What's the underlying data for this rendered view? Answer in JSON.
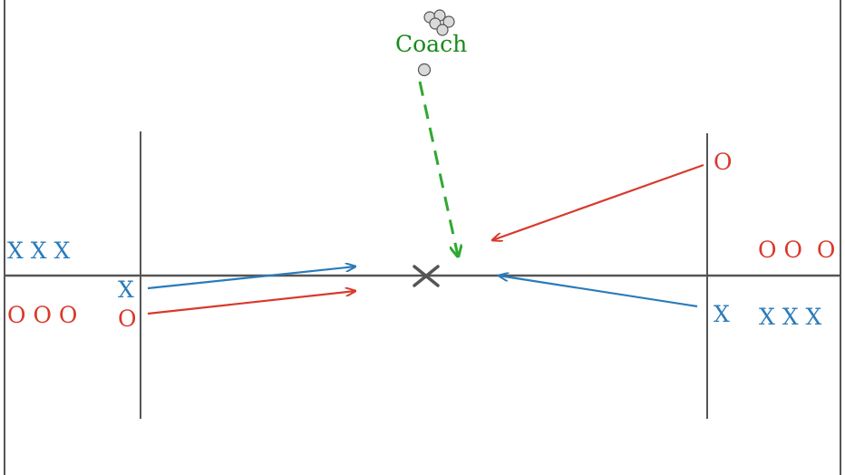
{
  "colors": {
    "blue": "#2b7bb9",
    "red": "#d8392b",
    "green": "#2fa82f",
    "line": "#555555",
    "ball_fill": "#d9d9d9"
  },
  "coach": {
    "label": "Coach"
  },
  "labels": {
    "left_x_group": "X X X",
    "left_o_group": "O O O",
    "left_x": "X",
    "left_o": "O",
    "right_o_top": "O",
    "right_o_group": "O O  O",
    "right_x": "X",
    "right_x_group": "X X X"
  },
  "icons": {
    "center_mark": "cross-mark-icon",
    "balls": "ball-icon"
  }
}
